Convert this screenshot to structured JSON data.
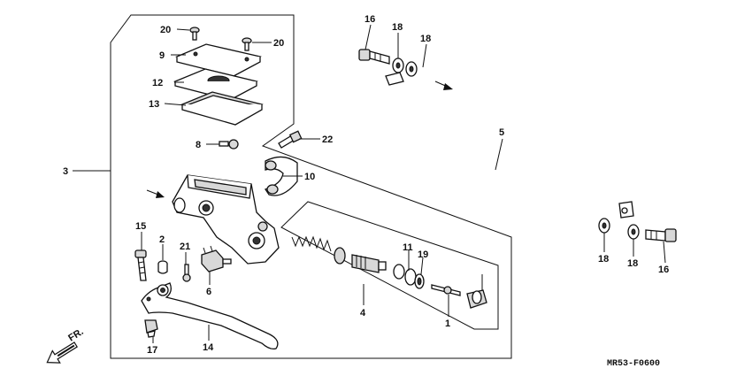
{
  "diagram_code": "MR53-F0600",
  "direction_label": "FR.",
  "callouts": {
    "c1": "1",
    "c2": "2",
    "c3": "3",
    "c4": "4",
    "c5": "5",
    "c6": "6",
    "c8": "8",
    "c9": "9",
    "c10": "10",
    "c11": "11",
    "c12": "12",
    "c13": "13",
    "c14": "14",
    "c15": "15",
    "c16a": "16",
    "c16b": "16",
    "c17": "17",
    "c18a": "18",
    "c18b": "18",
    "c18c": "18",
    "c18d": "18",
    "c19": "19",
    "c20a": "20",
    "c20b": "20",
    "c21": "21",
    "c22": "22"
  }
}
